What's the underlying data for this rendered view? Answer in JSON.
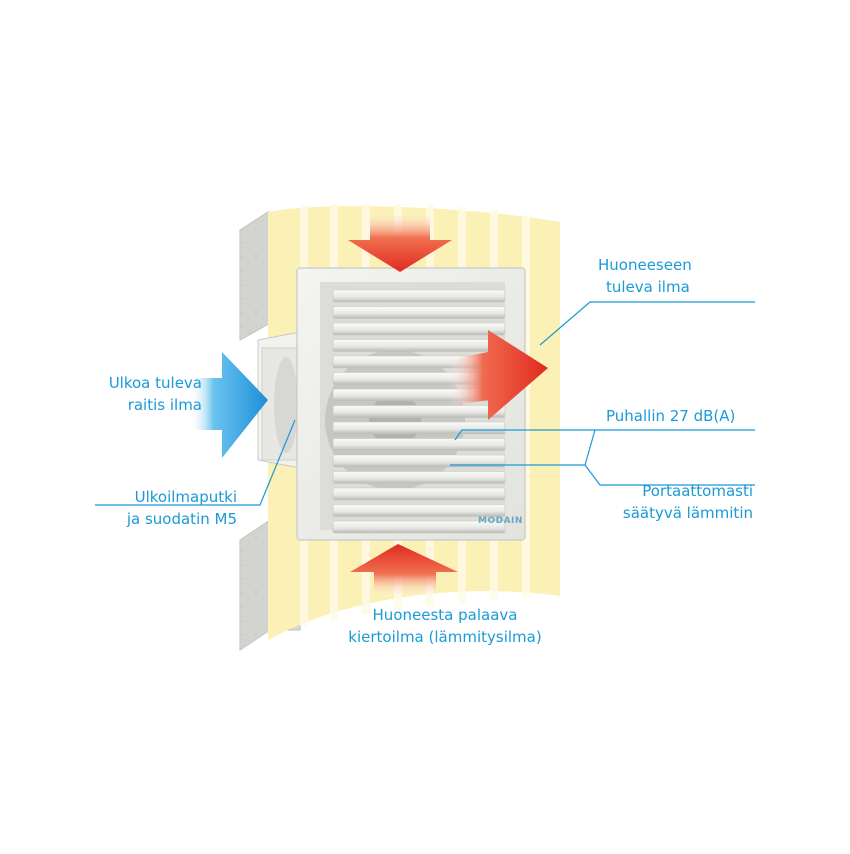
{
  "labels": {
    "supply_air": [
      "Huoneeseen",
      "tuleva ilma"
    ],
    "outdoor_fresh_air": [
      "Ulkoa tuleva",
      "raitis ilma"
    ],
    "fan": [
      "Puhallin 27 dB(A)"
    ],
    "outdoor_duct_filter": [
      "Ulkoilmaputki",
      "ja suodatin M5"
    ],
    "heater": [
      "Portaattomasti",
      "säätyvä lämmitin"
    ],
    "return_air": [
      "Huoneesta palaava",
      "kiertoilma (lämmitysilma)"
    ]
  },
  "logo": "MODAIN",
  "colors": {
    "label_text": "#1a9ad6",
    "leader_line": "#1a9ad6",
    "wall_yellow": "#fbf1b6",
    "wall_stripe": "#fffbe6",
    "unit_body": "#ecede9",
    "hot_arrow": "#e8372a",
    "cold_arrow": "#2b9fe0",
    "wall_block": "#d9d9d6"
  },
  "icons": [
    "red-air-arrow-top",
    "red-air-arrow-out",
    "red-air-arrow-bottom",
    "blue-air-arrow-in"
  ]
}
